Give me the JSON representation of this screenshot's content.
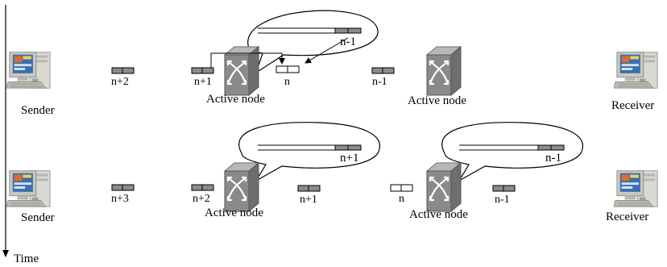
{
  "time_axis": {
    "label": "Time"
  },
  "rows": [
    {
      "sender": {
        "label": "Sender"
      },
      "receiver": {
        "label": "Receiver"
      },
      "packets": [
        {
          "label": "n+2",
          "style": "dark"
        },
        {
          "label": "n+1",
          "style": "dark"
        },
        {
          "label": "n",
          "style": "light"
        },
        {
          "label": "n-1",
          "style": "dark"
        }
      ],
      "nodes": [
        {
          "label": "Active node",
          "buffer_packet": "n-1"
        },
        {
          "label": "Active node"
        }
      ]
    },
    {
      "sender": {
        "label": "Sender"
      },
      "receiver": {
        "label": "Receiver"
      },
      "packets": [
        {
          "label": "n+3",
          "style": "dark"
        },
        {
          "label": "n+2",
          "style": "dark"
        },
        {
          "label": "n+1",
          "style": "dark"
        },
        {
          "label": "n",
          "style": "light"
        },
        {
          "label": "n-1",
          "style": "dark"
        }
      ],
      "nodes": [
        {
          "label": "Active node",
          "buffer_packet": "n+1"
        },
        {
          "label": "Active node",
          "buffer_packet": "n-1"
        }
      ]
    }
  ],
  "colors": {
    "packet_dark": "#8c8c8c",
    "packet_light": "#ffffff",
    "switch": "#8a8a8a",
    "line": "#000000"
  }
}
